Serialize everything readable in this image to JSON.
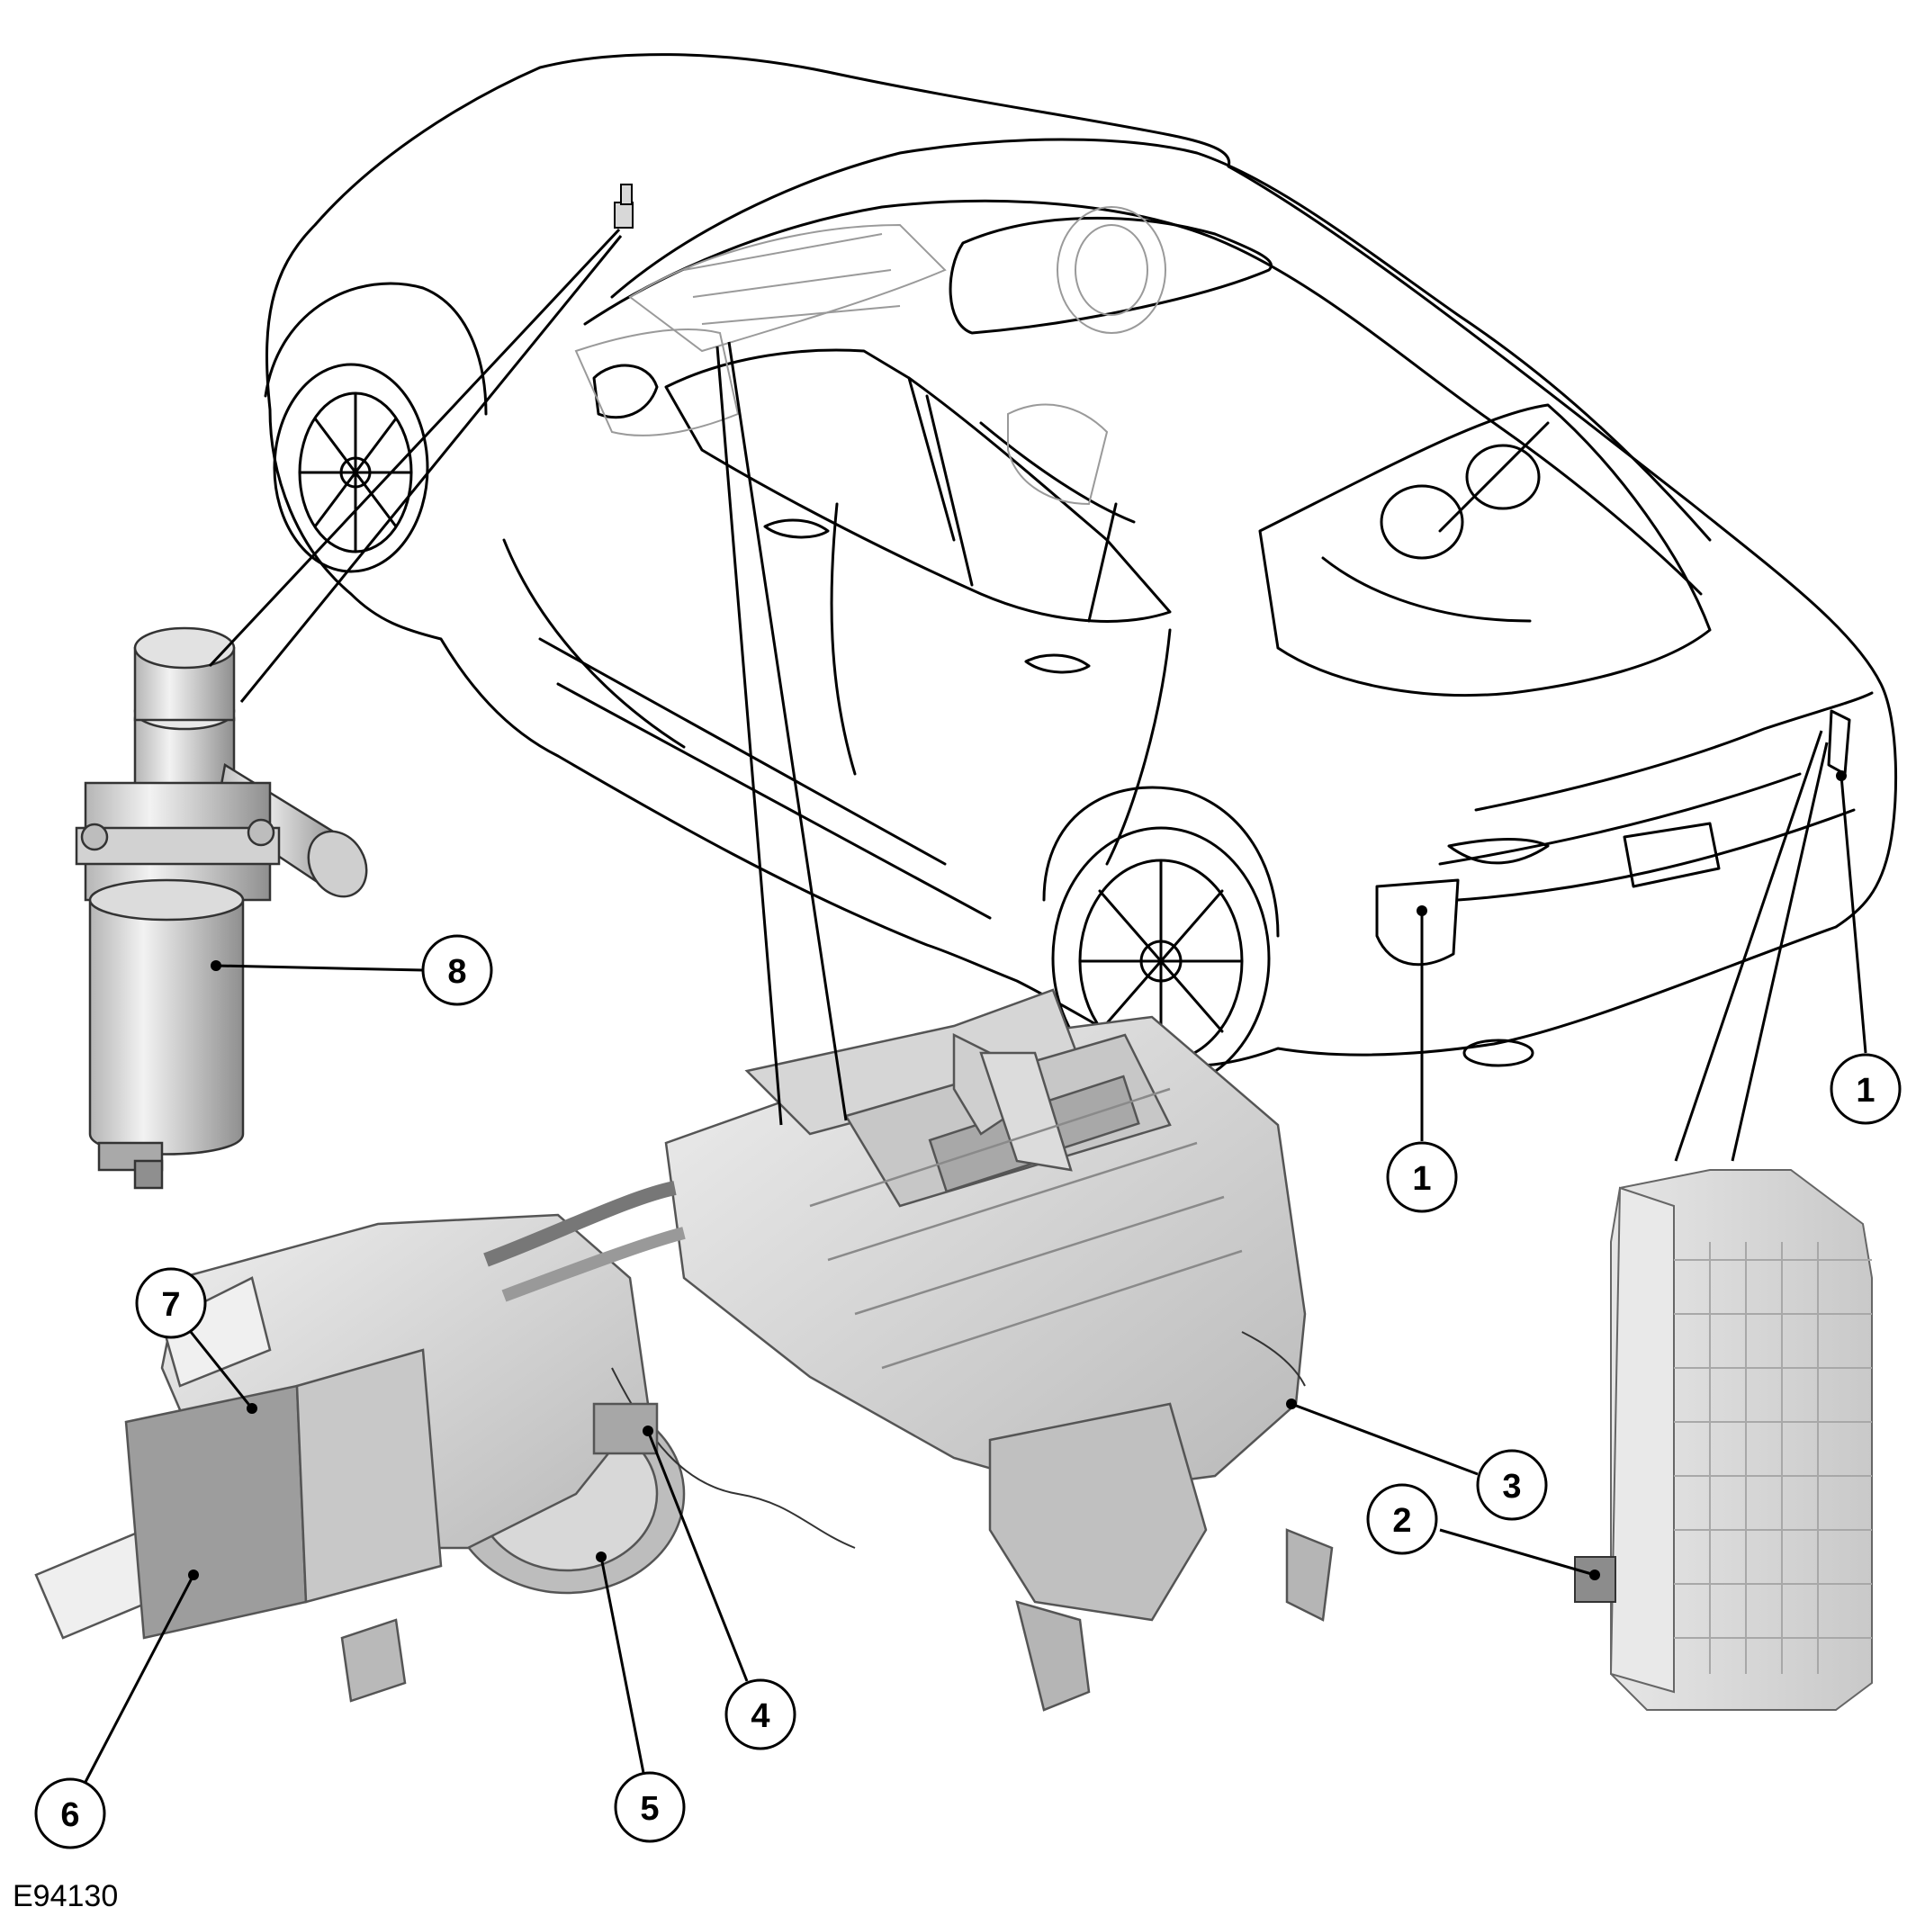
{
  "figure_id": "E94130",
  "colors": {
    "line": "#000000",
    "part_fill": "#d4d4d4",
    "part_light": "#eaeaea",
    "part_dark": "#9a9a9a",
    "ghost": "#c8c8c8"
  },
  "callouts": [
    {
      "id": "c1a",
      "label": "1"
    },
    {
      "id": "c1b",
      "label": "1"
    },
    {
      "id": "c2",
      "label": "2"
    },
    {
      "id": "c3",
      "label": "3"
    },
    {
      "id": "c4",
      "label": "4"
    },
    {
      "id": "c5",
      "label": "5"
    },
    {
      "id": "c6",
      "label": "6"
    },
    {
      "id": "c7",
      "label": "7"
    },
    {
      "id": "c8",
      "label": "8"
    }
  ]
}
